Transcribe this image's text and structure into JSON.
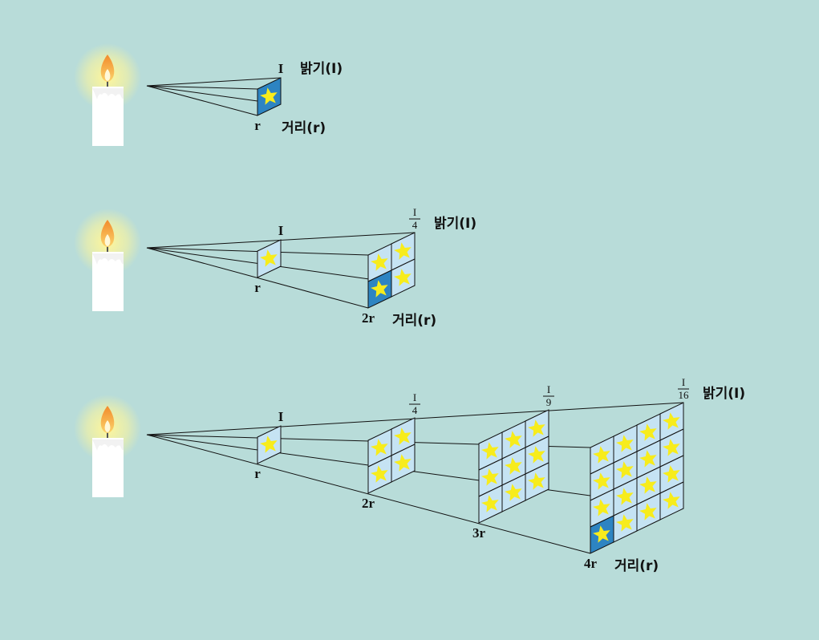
{
  "colors": {
    "background": "#b8dcd9",
    "cell_light": "#c5e3f3",
    "cell_dark": "#2d84c2",
    "star": "#f7ec1c",
    "line": "#111111",
    "candle": "#ffffff",
    "flame_outer": "#f7a14a",
    "glow": "#fff69a"
  },
  "labels": {
    "brightness": "밝기(I)",
    "distance": "거리(r)",
    "intensity_symbol": "I"
  },
  "rows": [
    {
      "screens": [
        {
          "distance_label": "r",
          "brightness": {
            "type": "plain",
            "text": "I"
          },
          "grid": 1,
          "highlight": true
        }
      ]
    },
    {
      "screens": [
        {
          "distance_label": "r",
          "brightness": {
            "type": "plain",
            "text": "I"
          },
          "grid": 1,
          "highlight": false
        },
        {
          "distance_label": "2r",
          "brightness": {
            "type": "fraction",
            "num": "I",
            "den": "4"
          },
          "grid": 2,
          "highlight": true
        }
      ]
    },
    {
      "screens": [
        {
          "distance_label": "r",
          "brightness": {
            "type": "plain",
            "text": "I"
          },
          "grid": 1,
          "highlight": false
        },
        {
          "distance_label": "2r",
          "brightness": {
            "type": "fraction",
            "num": "I",
            "den": "4"
          },
          "grid": 2,
          "highlight": false
        },
        {
          "distance_label": "3r",
          "brightness": {
            "type": "fraction",
            "num": "I",
            "den": "9"
          },
          "grid": 3,
          "highlight": false
        },
        {
          "distance_label": "4r",
          "brightness": {
            "type": "fraction",
            "num": "I",
            "den": "16"
          },
          "grid": 4,
          "highlight": true
        }
      ]
    }
  ]
}
